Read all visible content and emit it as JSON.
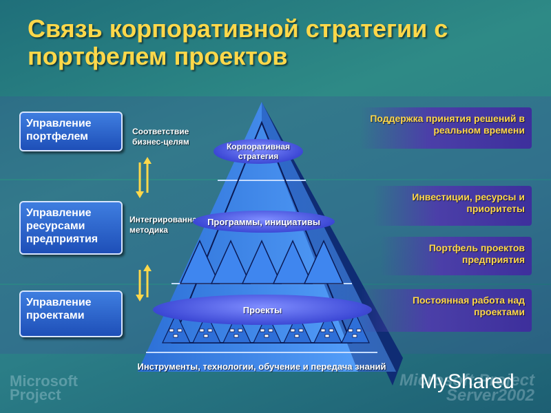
{
  "title": "Связь корпоративной стратегии с портфелем проектов",
  "left_boxes": [
    {
      "label": "Управление портфелем"
    },
    {
      "label": "Управление ресурсами предприятия"
    },
    {
      "label": "Управление проектами"
    }
  ],
  "small_labels": {
    "business": "Соответствие бизнес-целям",
    "integrated": "Интегрированная методика"
  },
  "pyramid": {
    "top": "Корпоративная стратегия",
    "middle": "Программы, инициативы",
    "bottom": "Проекты",
    "base": "Инструменты, технологии, обучение и передача знаний"
  },
  "right_boxes": [
    {
      "label": "Поддержка принятия решений в реальном времени"
    },
    {
      "label": "Инвестиции, ресурсы и приоритеты"
    },
    {
      "label": "Портфель проектов предприятия"
    },
    {
      "label": "Постоянная работа над проектами"
    }
  ],
  "logos": {
    "left_line1": "Microsoft",
    "left_line2": "Project",
    "right_line1": "Microsoft Project",
    "right_line2": "Server2002",
    "watermark": "MyShared"
  },
  "colors": {
    "title": "#ffd84a",
    "accent_blue": "#3f7ee0",
    "right_box": "#3d2f9c"
  }
}
